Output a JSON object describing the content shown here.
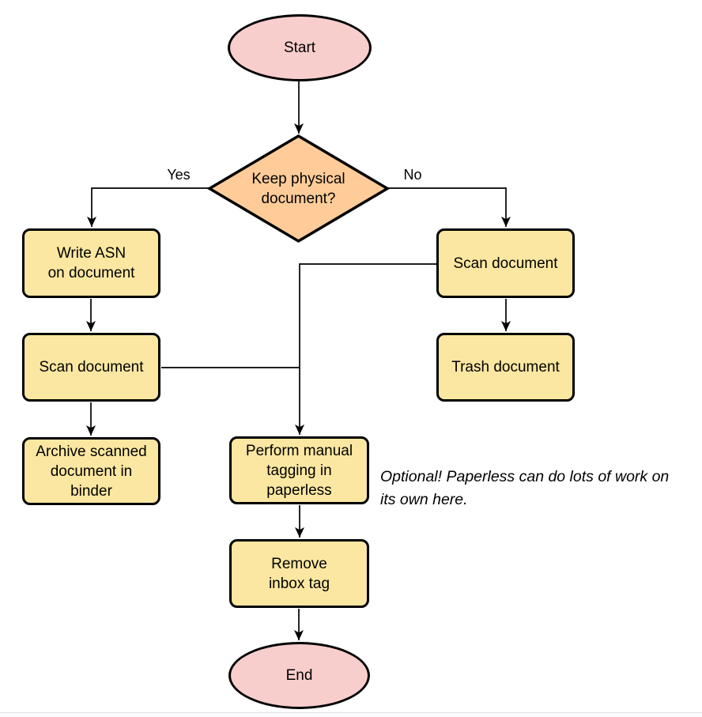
{
  "colors": {
    "terminal_fill": "#F8CECC",
    "decision_fill": "#FFCC99",
    "process_fill": "#FBE7A1",
    "stroke": "#000000"
  },
  "nodes": {
    "start": {
      "label": "Start",
      "type": "terminal"
    },
    "decision": {
      "label": "Keep physical\ndocument?",
      "type": "decision"
    },
    "write_asn": {
      "label": "Write ASN\non document",
      "type": "process"
    },
    "scan_left": {
      "label": "Scan document",
      "type": "process"
    },
    "archive": {
      "label": "Archive scanned\ndocument in\nbinder",
      "type": "process"
    },
    "scan_right": {
      "label": "Scan document",
      "type": "process"
    },
    "trash": {
      "label": "Trash document",
      "type": "process"
    },
    "tagging": {
      "label": "Perform manual\ntagging in\npaperless",
      "type": "process"
    },
    "remove_inbox": {
      "label": "Remove\ninbox tag",
      "type": "process"
    },
    "end": {
      "label": "End",
      "type": "terminal"
    }
  },
  "edge_labels": {
    "yes": "Yes",
    "no": "No"
  },
  "note": {
    "text": "Optional! Paperless can do lots of work on\nits own here."
  }
}
